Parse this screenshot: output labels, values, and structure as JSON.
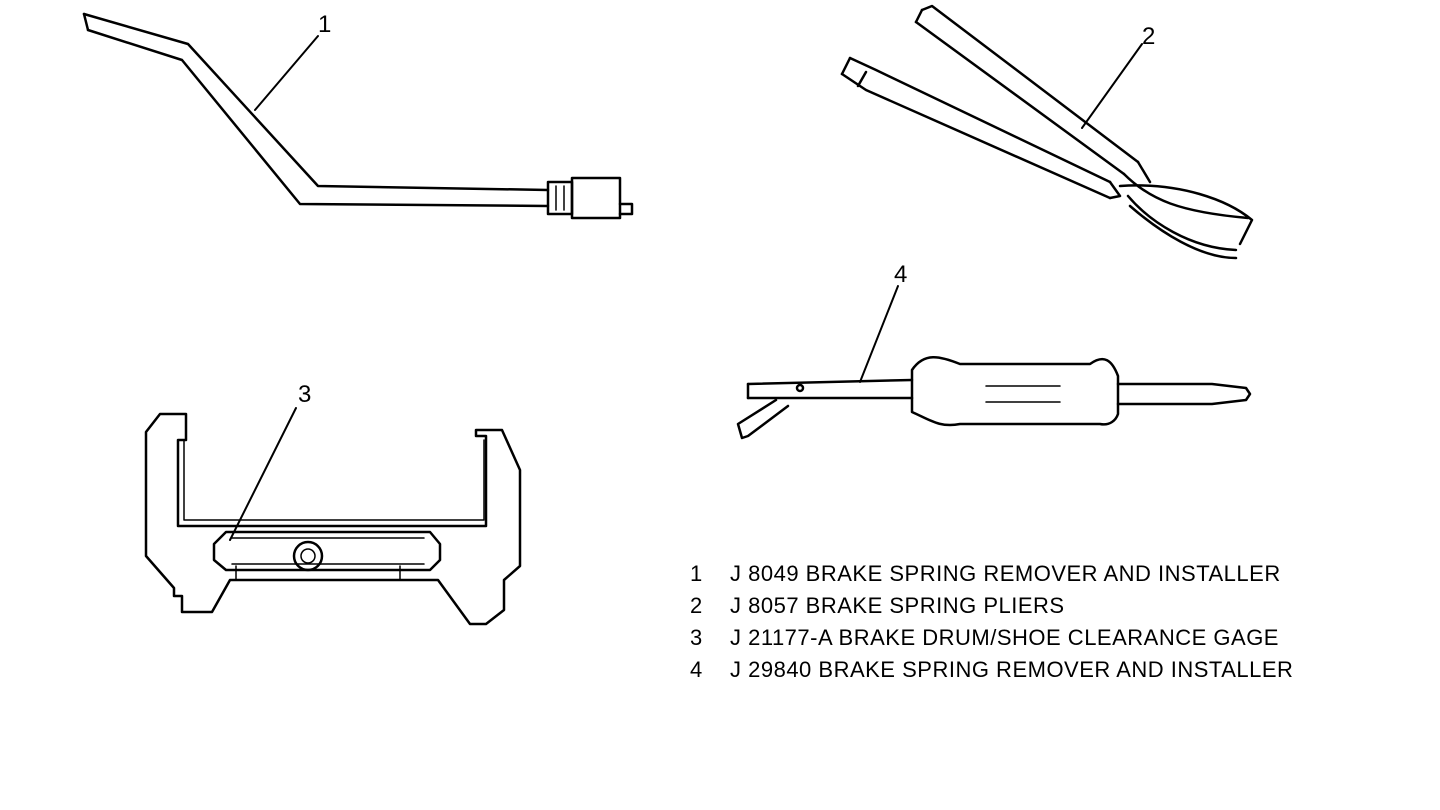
{
  "callouts": {
    "tool_1": "1",
    "tool_2": "2",
    "tool_3": "3",
    "tool_4": "4"
  },
  "legend": [
    {
      "num": "1",
      "text": "J 8049 BRAKE SPRING REMOVER AND INSTALLER"
    },
    {
      "num": "2",
      "text": "J 8057 BRAKE SPRING PLIERS"
    },
    {
      "num": "3",
      "text": "J 21177-A BRAKE DRUM/SHOE CLEARANCE GAGE"
    },
    {
      "num": "4",
      "text": "J 29840 BRAKE SPRING REMOVER AND INSTALLER"
    }
  ]
}
